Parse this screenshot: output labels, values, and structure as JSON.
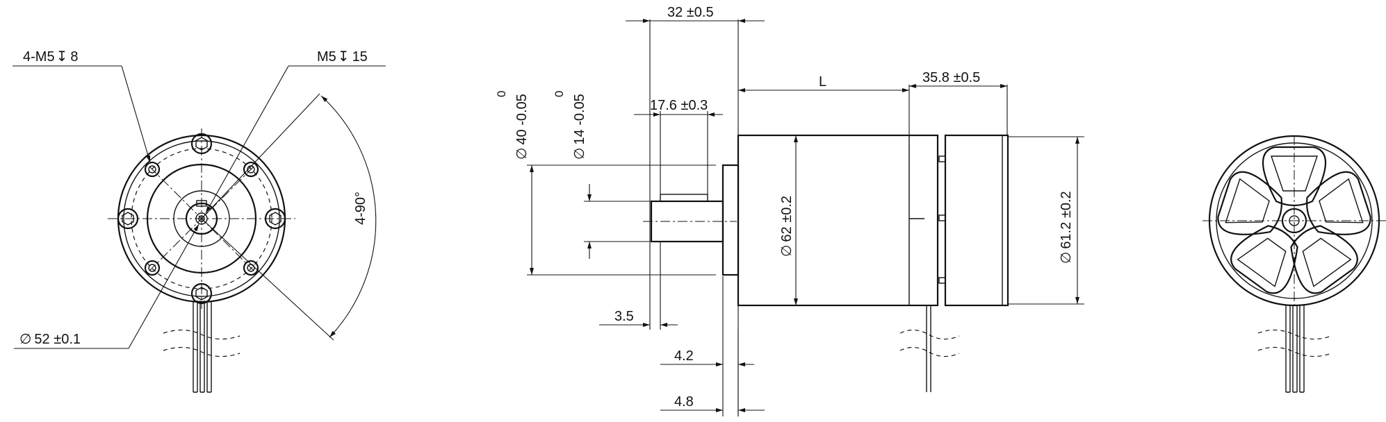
{
  "front_view": {
    "tapped_holes_label": "4-M5",
    "tapped_holes_depth": "8",
    "center_thread_label": "M5",
    "center_thread_depth": "15",
    "pitch_diameter_label": "52 ±0.1",
    "angle_label": "4-90°",
    "diameter_symbol": "∅",
    "depth_symbol": "↧"
  },
  "side_view": {
    "flange_length": "32 ±0.5",
    "pilot_diameter_tol": "0",
    "pilot_diameter_tol_low": "40 -0.05",
    "shaft_diameter_tol": "0",
    "shaft_diameter_tol_low": "14 -0.05",
    "key_length": "17.6 ±0.3",
    "body_length": "L",
    "end_cap_length": "35.8 ±0.5",
    "body_diameter": "62 ±0.2",
    "end_cap_diameter": "61.2 ±0.2",
    "shaft_offset": "3.5",
    "pilot_depth": "4.2",
    "flange_thickness": "4.8",
    "diameter_symbol": "∅"
  }
}
